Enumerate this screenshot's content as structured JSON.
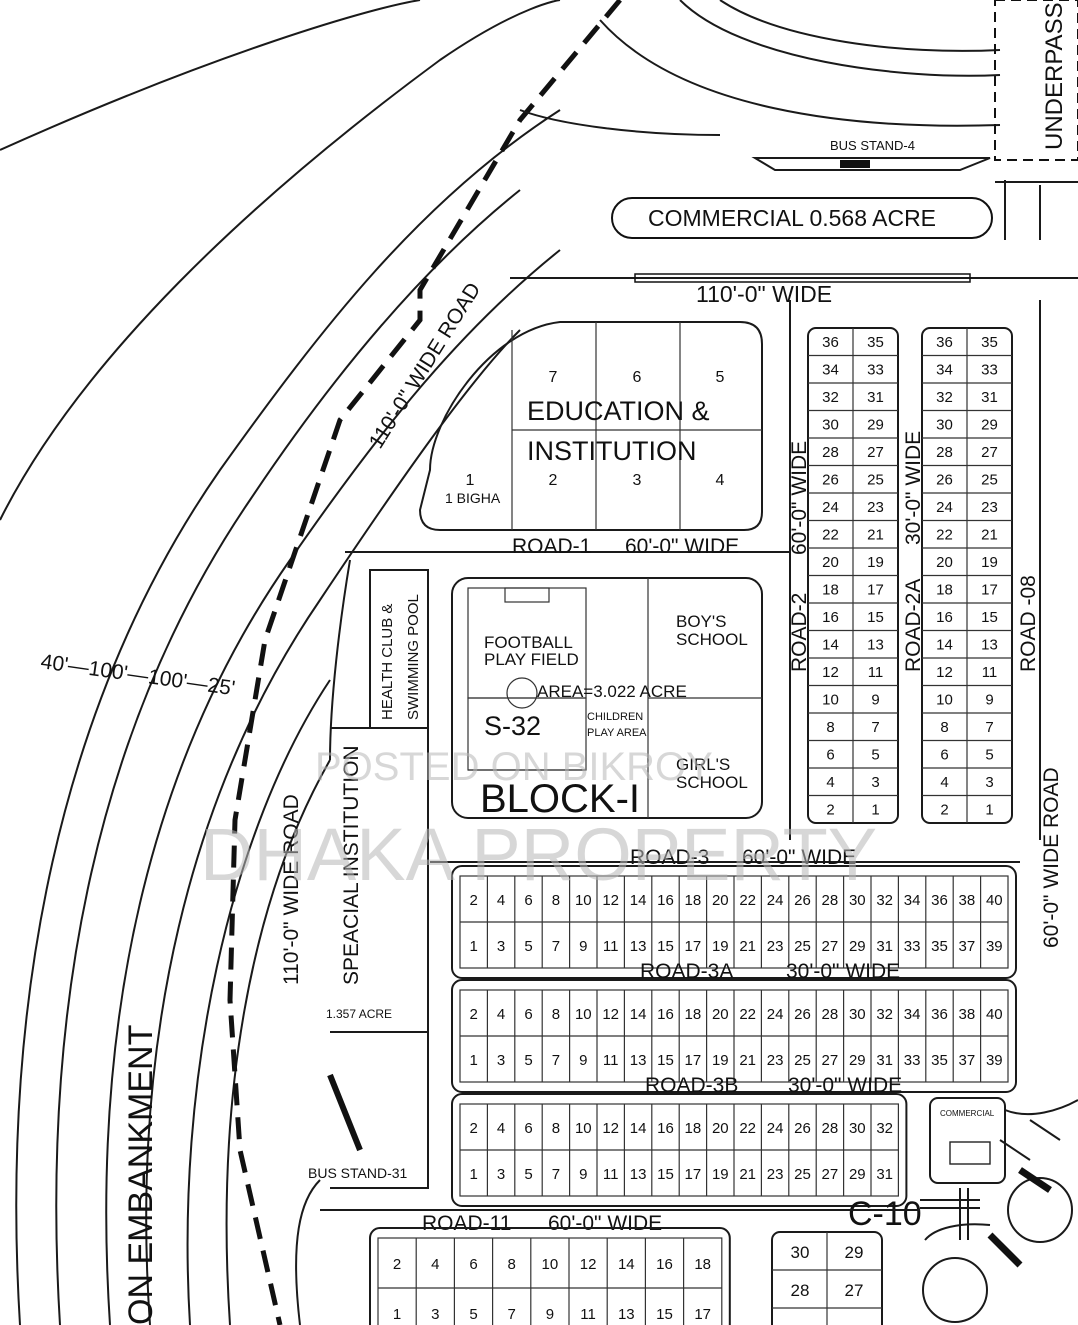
{
  "labels": {
    "underpass": "UNDERPASS",
    "bus_stand_4": "BUS STAND-4",
    "commercial": "COMMERCIAL 0.568 ACRE",
    "wide_110_top": "110'-0\" WIDE",
    "wide_road_110_diag": "110'-0\" WIDE ROAD",
    "education_line1": "EDUCATION &",
    "education_line2": "INSTITUTION",
    "bigha": "1 BIGHA",
    "road1": "ROAD-1",
    "road1_width": "60'-0\" WIDE",
    "road2": "ROAD-2",
    "road2_width": "60'-0\" WIDE",
    "road2a": "ROAD-2A",
    "road2a_width": "30'-0\" WIDE",
    "road08": "ROAD -08",
    "health_club": "HEALTH CLUB &",
    "swimming_pool": "SWIMMING POOL",
    "football1": "FOOTBALL",
    "football2": "PLAY FIELD",
    "boys1": "BOY'S",
    "boys2": "SCHOOL",
    "girls1": "GIRL'S",
    "girls2": "SCHOOL",
    "area": "AREA=3.022 ACRE",
    "children1": "CHILDREN",
    "children2": "PLAY AREA",
    "s32": "S-32",
    "block": "BLOCK-I",
    "dims": "40'—100'—100'—25'",
    "wide_road_110_left": "110'-0\" WIDE ROAD",
    "special_inst": "SPEACIAL INSTITUTION",
    "acre_1357": "1.357 ACRE",
    "road3": "ROAD-3",
    "road3_width": "60'-0\" WIDE",
    "road3a": "ROAD-3A",
    "road3a_width": "30'-0\" WIDE",
    "road3b": "ROAD-3B",
    "road3b_width": "30'-0\" WIDE",
    "road_right_60": "60'-0\" WIDE ROAD",
    "bus_stand_31": "BUS STAND-31",
    "c10": "C-10",
    "road11": "ROAD-11",
    "road11_width": "60'-0\" WIDE",
    "embankment": "ON EMBANKMENT",
    "commercial_small": "COMMERCIAL",
    "watermark1": "POSTED ON BIKROY",
    "watermark2": "DHAKA PROPERTY"
  },
  "plots": {
    "education_top": [
      "7",
      "6",
      "5"
    ],
    "education_bottom": [
      "1",
      "2",
      "3",
      "4"
    ],
    "col_a_left": [
      "36",
      "34",
      "32",
      "30",
      "28",
      "26",
      "24",
      "22",
      "20",
      "18",
      "16",
      "14",
      "12",
      "10",
      "8",
      "6",
      "4",
      "2"
    ],
    "col_a_right": [
      "35",
      "33",
      "31",
      "29",
      "27",
      "25",
      "23",
      "21",
      "19",
      "17",
      "15",
      "13",
      "11",
      "9",
      "7",
      "5",
      "3",
      "1"
    ],
    "road3_top": [
      "2",
      "4",
      "6",
      "8",
      "10",
      "12",
      "14",
      "16",
      "18",
      "20",
      "22",
      "24",
      "26",
      "28",
      "30",
      "32",
      "34",
      "36",
      "38",
      "40"
    ],
    "road3_bottom": [
      "1",
      "3",
      "5",
      "7",
      "9",
      "11",
      "13",
      "15",
      "17",
      "19",
      "21",
      "23",
      "25",
      "27",
      "29",
      "31",
      "33",
      "35",
      "37",
      "39"
    ],
    "road3b_top": [
      "2",
      "4",
      "6",
      "8",
      "10",
      "12",
      "14",
      "16",
      "18",
      "20",
      "22",
      "24",
      "26",
      "28",
      "30",
      "32"
    ],
    "road3b_bottom": [
      "1",
      "3",
      "5",
      "7",
      "9",
      "11",
      "13",
      "15",
      "17",
      "19",
      "21",
      "23",
      "25",
      "27",
      "29",
      "31"
    ],
    "road11_top": [
      "2",
      "4",
      "6",
      "8",
      "10",
      "12",
      "14",
      "16",
      "18"
    ],
    "road11_bottom": [
      "1",
      "3",
      "5",
      "7",
      "9",
      "11",
      "13",
      "15",
      "17"
    ],
    "c10_top": [
      "30",
      "29"
    ],
    "c10_mid": [
      "28",
      "27"
    ]
  }
}
